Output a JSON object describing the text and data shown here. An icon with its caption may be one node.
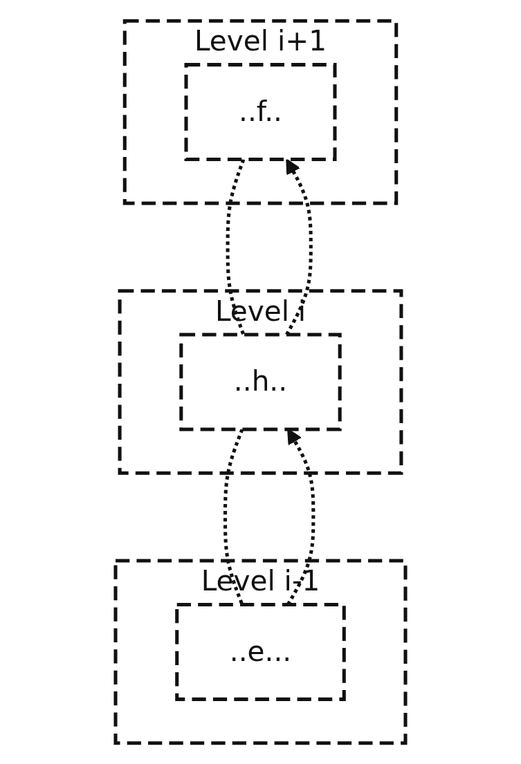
{
  "diagram": {
    "nodes": [
      {
        "text": [
          "Level i+1"
        ]
      },
      {
        "text": [
          "..f.."
        ],
        "in": 0
      },
      {
        "text": [
          "Level i"
        ]
      },
      {
        "text": [
          "..h.."
        ],
        "in": 2
      },
      {
        "text": [
          "Level i-1"
        ]
      },
      {
        "text": [
          "..e..."
        ],
        "in": 4
      }
    ],
    "edges": [
      {
        "from": 3,
        "to": 1,
        "arrow": "to",
        "style": "dashed"
      },
      {
        "from": 1,
        "to": 3,
        "arrow": "none",
        "style": "dashed"
      },
      {
        "from": 5,
        "to": 3,
        "arrow": "to",
        "style": "dashed"
      },
      {
        "from": 3,
        "to": 5,
        "arrow": "none",
        "style": "dashed"
      }
    ]
  }
}
